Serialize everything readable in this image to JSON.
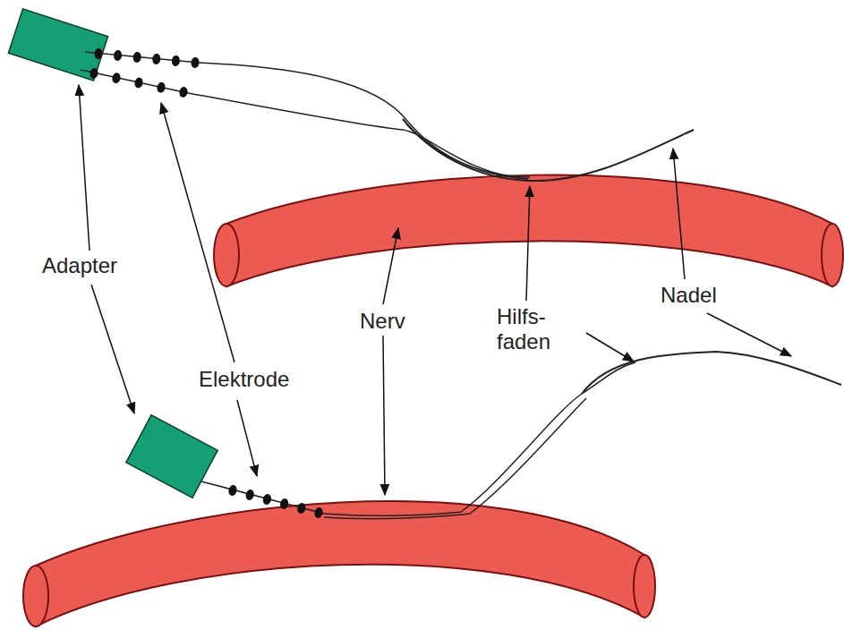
{
  "diagram": {
    "labels": [
      "Adapter",
      "Elektrode",
      "Nerv",
      "Hilfs- faden",
      "Nadel"
    ]
  }
}
